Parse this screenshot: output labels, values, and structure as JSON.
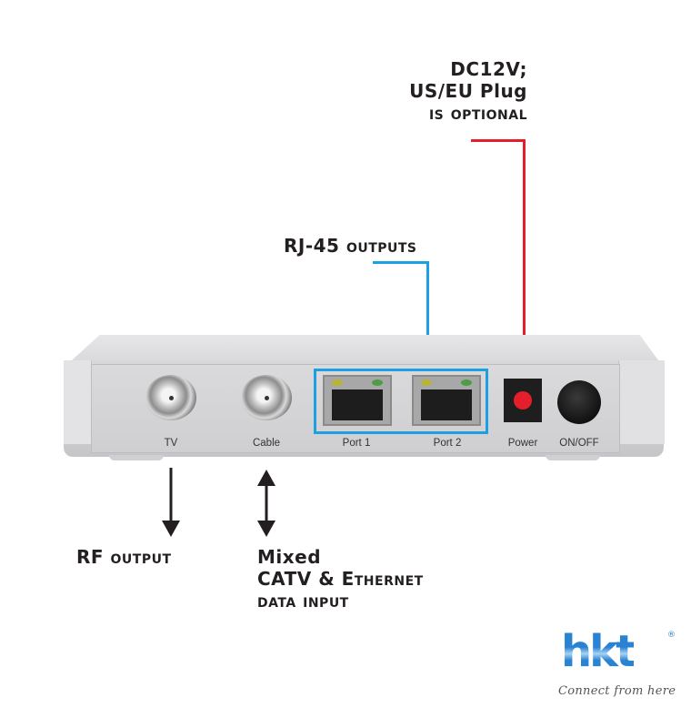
{
  "callouts": {
    "power_note": [
      "DC12V;",
      "US/EU Plug",
      "is optional"
    ],
    "rj45": "RJ-45 outputs",
    "rf_output": "RF output",
    "mixed_input": [
      "Mixed",
      "CATV & Ethernet",
      "data input"
    ]
  },
  "device": {
    "labels": {
      "tv": "TV",
      "cable": "Cable",
      "port1": "Port 1",
      "port2": "Port 2",
      "power": "Power",
      "onoff": "ON/OFF"
    }
  },
  "logo": {
    "brand": "hkt",
    "registered": "®",
    "tagline": "Connect from here"
  },
  "colors": {
    "power_line": "#e41e2b",
    "rj45_line": "#1ba1e2",
    "arrows": "#231f20",
    "brand_blue": "#1e7fd0"
  }
}
